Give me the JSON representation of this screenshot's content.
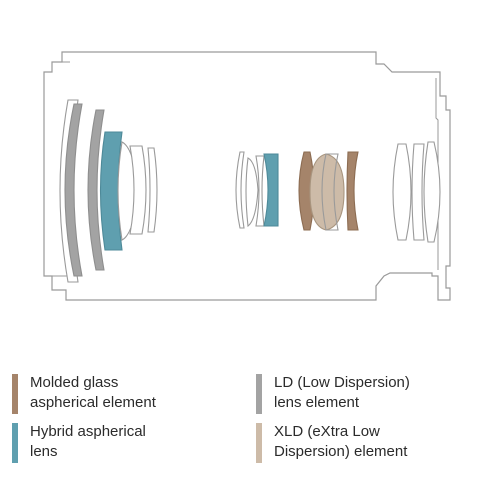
{
  "colors": {
    "molded": "#a5846a",
    "hybrid": "#5f9faf",
    "ld": "#a3a3a3",
    "xld": "#cdbba8",
    "outline": "#9a9a9a",
    "fill_plain": "#ffffff"
  },
  "legend": {
    "molded": "Molded glass\naspherical element",
    "hybrid": "Hybrid aspherical\nlens",
    "ld": "LD (Low Dispersion)\nlens element",
    "xld": "XLD (eXtra Low\nDispersion) element"
  }
}
